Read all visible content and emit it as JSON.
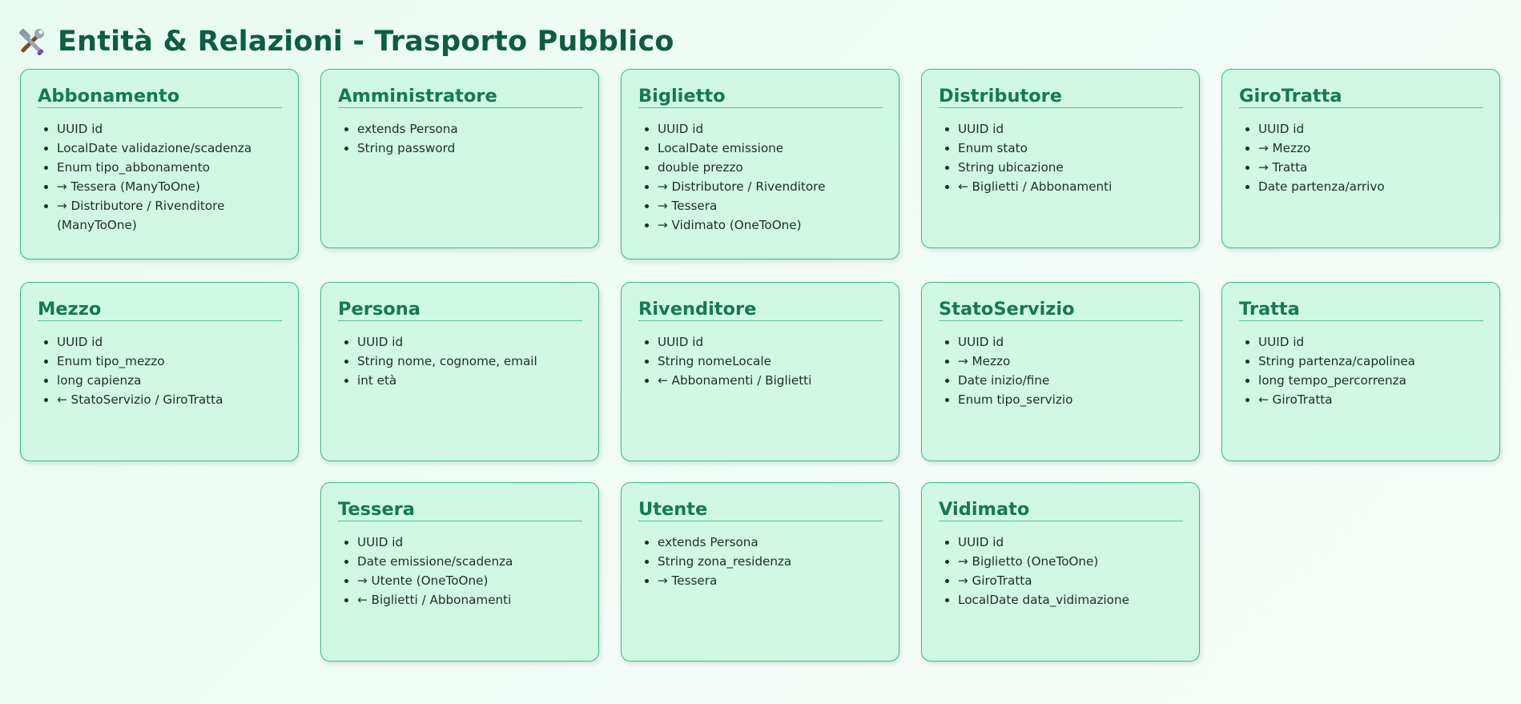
{
  "header": {
    "title": "Entità & Relazioni - Trasporto Pubblico",
    "icon": "tools-icon"
  },
  "colors": {
    "card_background": "#d0f8e4",
    "card_border": "#3cb98a",
    "title_color": "#0b5d43",
    "card_title_color": "#127a55"
  },
  "entities": [
    {
      "name": "Abbonamento",
      "fields": [
        "UUID id",
        "LocalDate validazione/scadenza",
        "Enum tipo_abbonamento",
        "→ Tessera (ManyToOne)",
        "→ Distributore / Rivenditore (ManyToOne)"
      ]
    },
    {
      "name": "Amministratore",
      "fields": [
        "extends Persona",
        "String password"
      ]
    },
    {
      "name": "Biglietto",
      "fields": [
        "UUID id",
        "LocalDate emissione",
        "double prezzo",
        "→ Distributore / Rivenditore",
        "→ Tessera",
        "→ Vidimato (OneToOne)"
      ]
    },
    {
      "name": "Distributore",
      "fields": [
        "UUID id",
        "Enum stato",
        "String ubicazione",
        "← Biglietti / Abbonamenti"
      ]
    },
    {
      "name": "GiroTratta",
      "fields": [
        "UUID id",
        "→ Mezzo",
        "→ Tratta",
        "Date partenza/arrivo"
      ]
    },
    {
      "name": "Mezzo",
      "fields": [
        "UUID id",
        "Enum tipo_mezzo",
        "long capienza",
        "← StatoServizio / GiroTratta"
      ]
    },
    {
      "name": "Persona",
      "fields": [
        "UUID id",
        "String nome, cognome, email",
        "int età"
      ]
    },
    {
      "name": "Rivenditore",
      "fields": [
        "UUID id",
        "String nomeLocale",
        "← Abbonamenti / Biglietti"
      ]
    },
    {
      "name": "StatoServizio",
      "fields": [
        "UUID id",
        "→ Mezzo",
        "Date inizio/fine",
        "Enum tipo_servizio"
      ]
    },
    {
      "name": "Tratta",
      "fields": [
        "UUID id",
        "String partenza/capolinea",
        "long tempo_percorrenza",
        "← GiroTratta"
      ]
    },
    {
      "name": "Tessera",
      "fields": [
        "UUID id",
        "Date emissione/scadenza",
        "→ Utente (OneToOne)",
        "← Biglietti / Abbonamenti"
      ]
    },
    {
      "name": "Utente",
      "fields": [
        "extends Persona",
        "String zona_residenza",
        "→ Tessera"
      ]
    },
    {
      "name": "Vidimato",
      "fields": [
        "UUID id",
        "→ Biglietto (OneToOne)",
        "→ GiroTratta",
        "LocalDate data_vidimazione"
      ]
    }
  ]
}
